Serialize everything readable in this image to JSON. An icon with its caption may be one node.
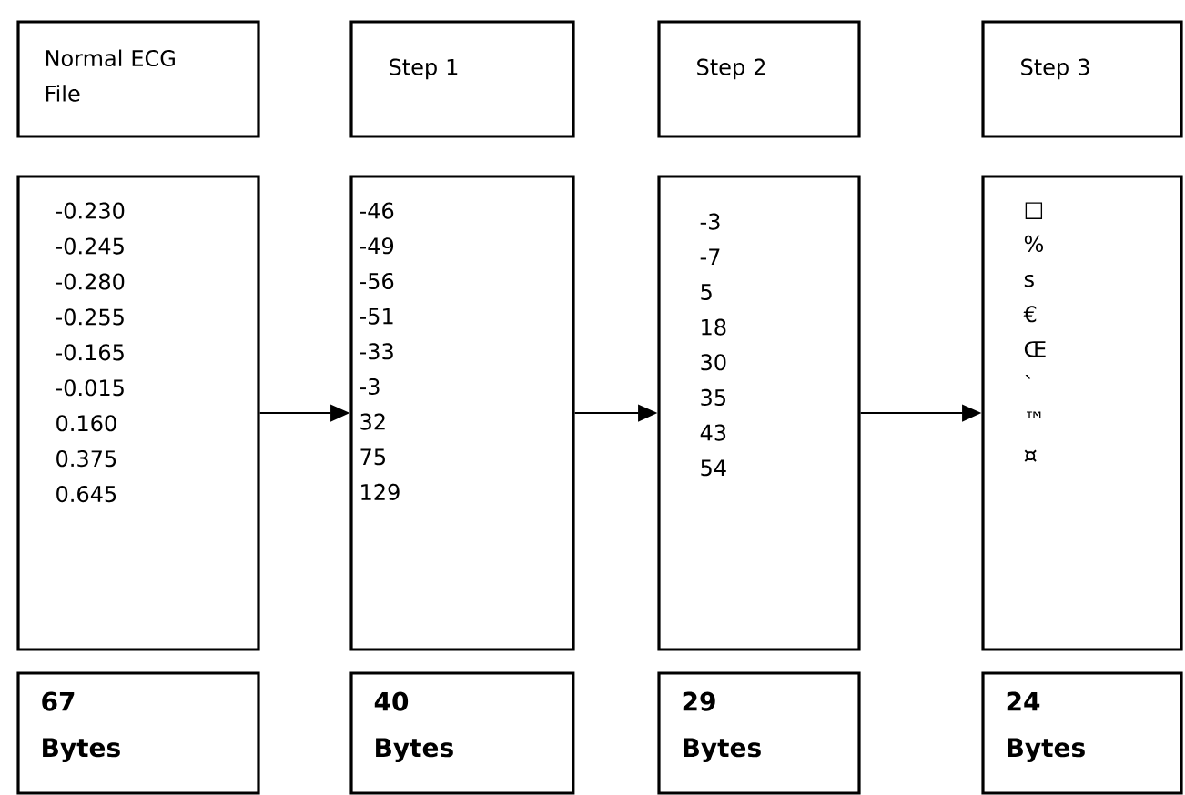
{
  "diagram": {
    "nodes": [
      {
        "text": [
          "Normal ECG File"
        ]
      },
      {
        "text": [
          "Step 1"
        ]
      },
      {
        "text": [
          "Step 2"
        ]
      },
      {
        "text": [
          "Step 3"
        ]
      },
      {
        "text": [
          "-0.230",
          "-0.245",
          "-0.280",
          "-0.255",
          "-0.165",
          "-0.015",
          "0.160",
          "0.375",
          "0.645"
        ]
      },
      {
        "text": [
          "-46",
          "-49",
          "-56",
          "-51",
          "-33",
          "-3",
          "32",
          "75",
          "129"
        ]
      },
      {
        "text": [
          "-3",
          "-7",
          "5",
          "18",
          "30",
          "35",
          "43",
          "54"
        ]
      },
      {
        "text": [
          "□",
          "%",
          "s",
          "€",
          "Œ",
          "`",
          "™",
          "¤"
        ]
      },
      {
        "text": [
          "67 Bytes"
        ]
      },
      {
        "text": [
          "40 Bytes"
        ]
      },
      {
        "text": [
          "29 Bytes"
        ]
      },
      {
        "text": [
          "24 Bytes"
        ]
      }
    ],
    "edges": [
      {
        "from": 4,
        "to": 5,
        "arrow": "to"
      },
      {
        "from": 5,
        "to": 6,
        "arrow": "to"
      },
      {
        "from": 6,
        "to": 7,
        "arrow": "to"
      }
    ]
  }
}
